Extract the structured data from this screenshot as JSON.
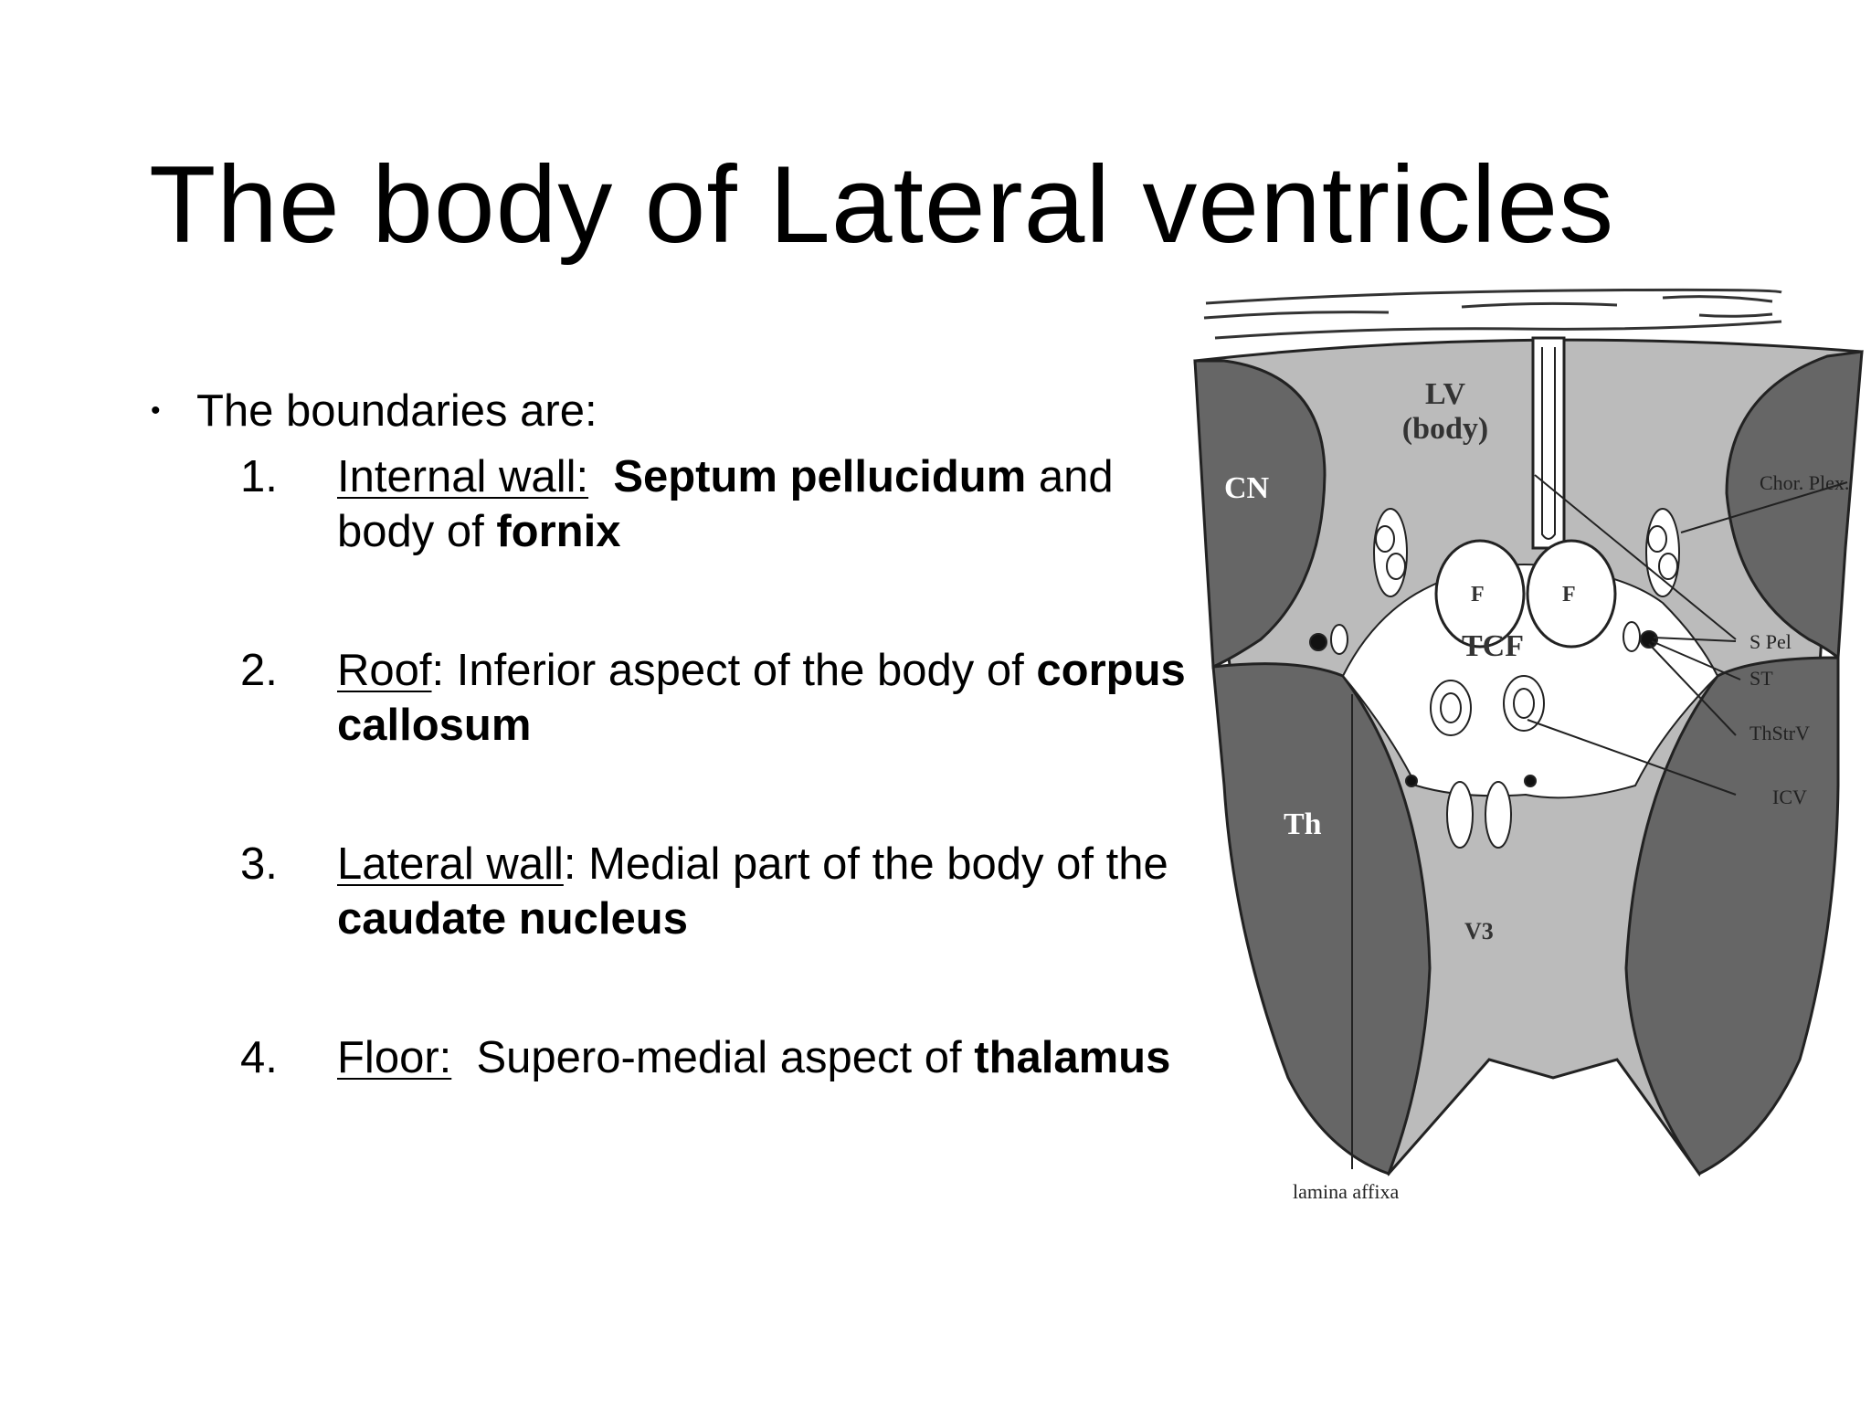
{
  "slide": {
    "title": "The body of Lateral ventricles",
    "intro": "The boundaries are:",
    "items": [
      {
        "number": "1.",
        "heading": "Internal wall:",
        "sep": "  ",
        "parts": [
          "Septum pellucidum",
          " and body of ",
          "fornix"
        ]
      },
      {
        "number": "2.",
        "heading": "Roof",
        "sep": ": Inferior aspect of the body of ",
        "parts": [
          "corpus callosum"
        ]
      },
      {
        "number": "3.",
        "heading": "Lateral wall",
        "sep": ": Medial part of the body of the ",
        "parts": [
          "caudate nucleus"
        ]
      },
      {
        "number": "4.",
        "heading": "Floor:",
        "sep": "  Supero-medial aspect of ",
        "parts": [
          "thalamus"
        ]
      }
    ]
  },
  "figure": {
    "labels": {
      "lv": "LV",
      "lv_sub": "(body)",
      "cn": "CN",
      "th": "Th",
      "f_left": "F",
      "f_right": "F",
      "tcf": "TCF",
      "v3": "V3",
      "chor_plex": "Chor. Plex.",
      "s_pel": "S Pel",
      "st": "ST",
      "thstrv": "ThStrV",
      "icv": "ICV",
      "lamina_affixa": "lamina affixa"
    },
    "colors": {
      "dark_gray": "#666666",
      "light_gray": "#bbbbbb",
      "white": "#ffffff"
    }
  }
}
